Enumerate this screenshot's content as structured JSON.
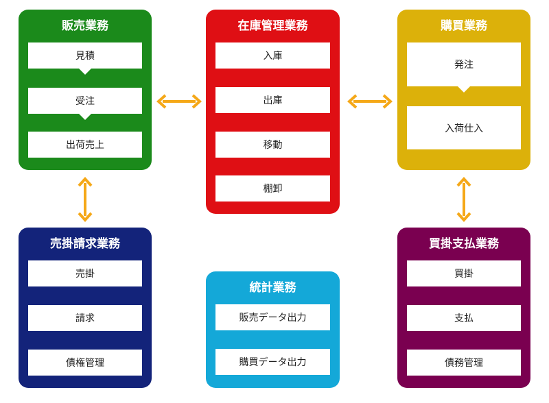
{
  "colors": {
    "sales": "#1b8a1b",
    "inventory": "#df0f14",
    "purchasing": "#dcb10a",
    "receivables": "#13237a",
    "statistics": "#14a8d8",
    "payables": "#7a0050",
    "arrow": "#f5a818"
  },
  "sales": {
    "title": "販売業務",
    "items": [
      "見積",
      "受注",
      "出荷売上"
    ]
  },
  "inventory": {
    "title": "在庫管理業務",
    "items": [
      "入庫",
      "出庫",
      "移動",
      "棚卸"
    ]
  },
  "purchasing": {
    "title": "購買業務",
    "items": [
      "発注",
      "入荷仕入"
    ]
  },
  "receivables": {
    "title": "売掛請求業務",
    "items": [
      "売掛",
      "請求",
      "債権管理"
    ]
  },
  "statistics": {
    "title": "統計業務",
    "items": [
      "販売データ出力",
      "購買データ出力"
    ]
  },
  "payables": {
    "title": "買掛支払業務",
    "items": [
      "買掛",
      "支払",
      "債務管理"
    ]
  },
  "arrows": [
    {
      "from": "sales",
      "to": "inventory",
      "direction": "bidirectional"
    },
    {
      "from": "inventory",
      "to": "purchasing",
      "direction": "bidirectional"
    },
    {
      "from": "sales",
      "to": "receivables",
      "direction": "bidirectional"
    },
    {
      "from": "purchasing",
      "to": "payables",
      "direction": "bidirectional"
    }
  ]
}
